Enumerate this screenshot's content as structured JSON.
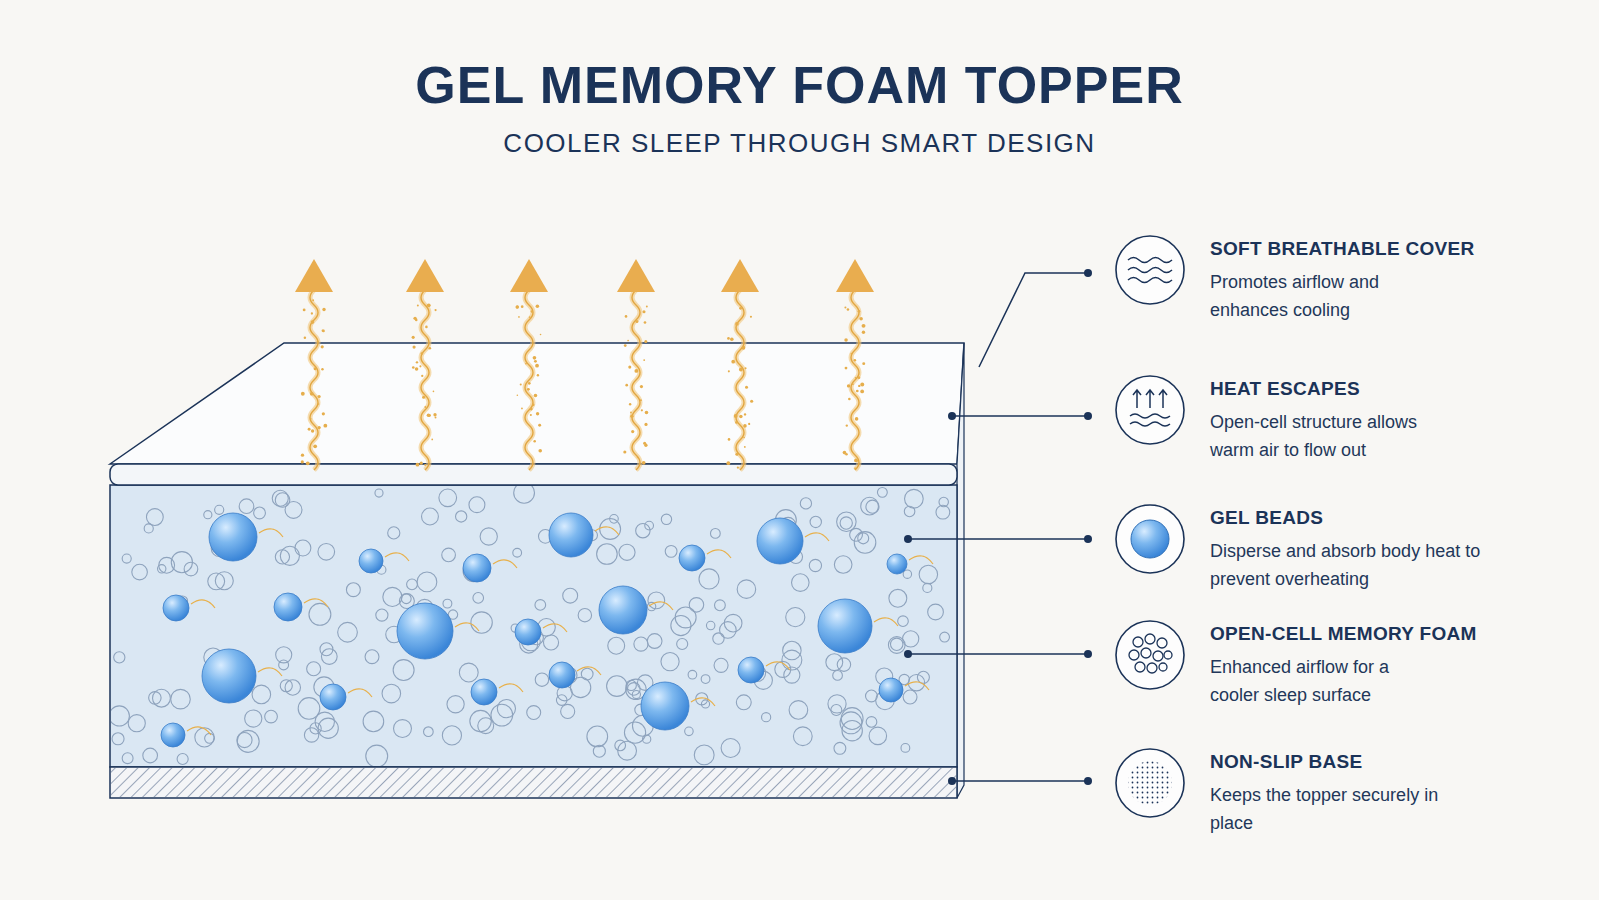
{
  "diagram": {
    "title": "GEL MEMORY FOAM TOPPER",
    "caption": "COOLER SLEEP THROUGH SMART DESIGN",
    "labels": [
      "SOFT BREATHABLE COVER",
      "Promotes airflow and enhances cooling",
      "HEAT ESCAPES",
      "Open-cell structure allows warm air to flow out",
      "GEL BEADS",
      "Disperse and absorb body heat to prevent overheating",
      "OPEN-CELL MEMORY FOAM",
      "Enhanced airflow for a cooler sleep surface",
      "NON-SLIP BASE",
      "Keeps the topper securely in place"
    ]
  }
}
